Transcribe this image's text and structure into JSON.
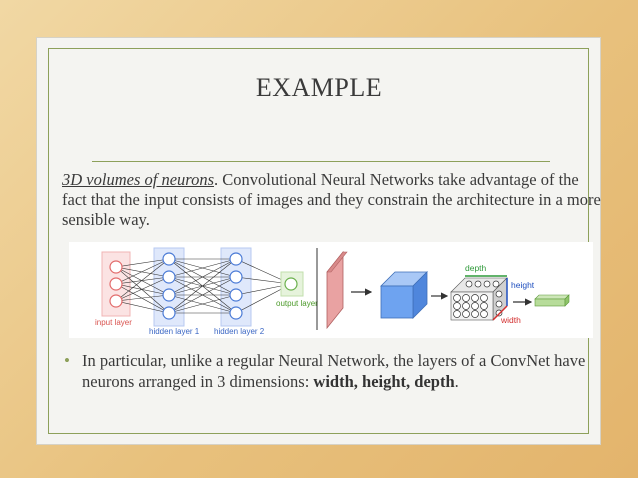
{
  "slide": {
    "title": "EXAMPLE",
    "paragraph": {
      "lead": "3D volumes of  neurons",
      "rest": ". Convolutional Neural Networks take advantage of the fact that the input consists of images and they constrain the architecture in a more sensible way."
    },
    "figure": {
      "labels": {
        "input_layer": "input layer",
        "hidden_layer_1": "hidden layer 1",
        "hidden_layer_2": "hidden layer 2",
        "output_layer": "output layer",
        "depth": "depth",
        "height": "height",
        "width": "width"
      },
      "colors": {
        "input": "#e26b6b",
        "hidden": "#4b7bd6",
        "output": "#6ab04c",
        "slab": "#e9a2a2",
        "cube": "#6ea3f0"
      }
    },
    "bullet": {
      "part1": "In particular, unlike a regular Neural Network, the layers of a ConvNet have neurons arranged in 3 dimensions: ",
      "bold": "width, height, depth",
      "end": "."
    }
  }
}
